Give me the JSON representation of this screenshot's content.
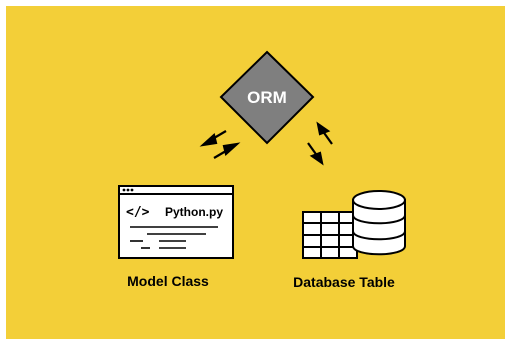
{
  "diagram": {
    "background_color": "#f3cf38",
    "center_node": {
      "label": "ORM",
      "fill": "#7f7f7f",
      "stroke": "#000000",
      "text_color": "#ffffff"
    },
    "left_node": {
      "icon": "code-window-icon",
      "filename": "Python.py",
      "code_symbol": "</>",
      "caption": "Model Class"
    },
    "right_node": {
      "icon": "database-table-icon",
      "caption": "Database Table"
    },
    "arrows": [
      {
        "name": "arrow-pair-left",
        "meaning": "bidirectional mapping between ORM and Model Class"
      },
      {
        "name": "arrow-pair-right",
        "meaning": "bidirectional mapping between ORM and Database Table"
      }
    ]
  }
}
